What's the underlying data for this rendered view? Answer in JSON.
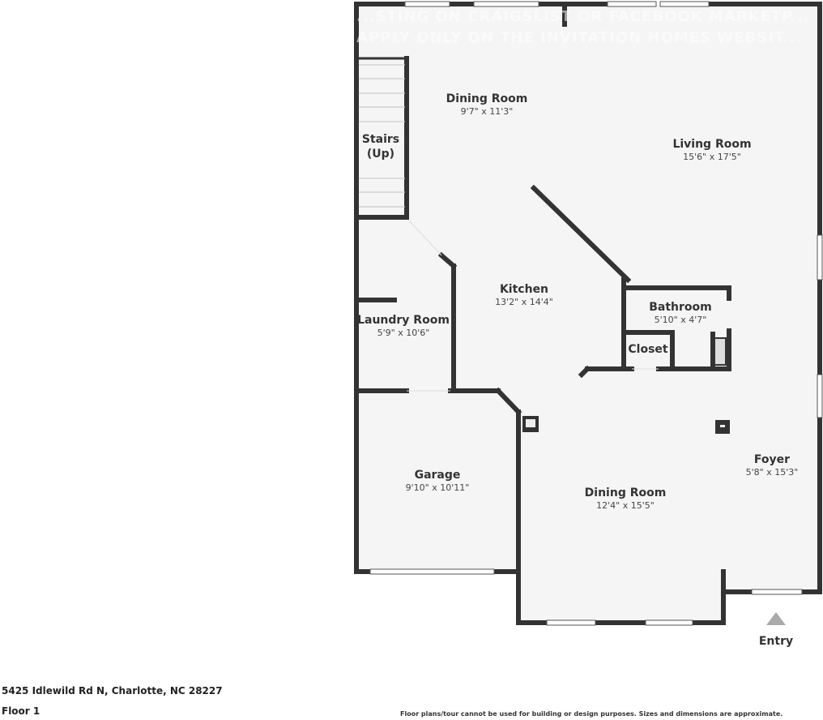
{
  "floorplan": {
    "watermark": [
      "...STING ON CRAIGSLIST OR FACEBOOK MARKETP...",
      "APPLY ONLY ON THE INVITATION HOMES WEBSIT..."
    ],
    "rooms": [
      {
        "name": "Dining Room",
        "dimensions": "9'7\" x 11'3\""
      },
      {
        "name": "Living Room",
        "dimensions": "15'6\" x 17'5\""
      },
      {
        "name": "Stairs",
        "dimensions": "(Up)"
      },
      {
        "name": "Kitchen",
        "dimensions": "13'2\" x 14'4\""
      },
      {
        "name": "Laundry Room",
        "dimensions": "5'9\" x 10'6\""
      },
      {
        "name": "Bathroom",
        "dimensions": "5'10\" x 4'7\""
      },
      {
        "name": "Closet",
        "dimensions": ""
      },
      {
        "name": "Garage",
        "dimensions": "9'10\" x 10'11\""
      },
      {
        "name": "Dining Room",
        "dimensions": "12'4\" x 15'5\""
      },
      {
        "name": "Foyer",
        "dimensions": "5'8\" x 15'3\""
      }
    ],
    "entry_label": "Entry",
    "colors": {
      "wall": "#333333",
      "floor": "#f5f5f5",
      "window": "#ffffff",
      "entry_arrow": "#aaaaaa"
    }
  },
  "footer": {
    "address": "5425 Idlewild Rd N, Charlotte, NC 28227",
    "floor": "Floor 1",
    "disclaimer": "Floor plans/tour cannot be used for building or design purposes. Sizes and dimensions are approximate."
  }
}
